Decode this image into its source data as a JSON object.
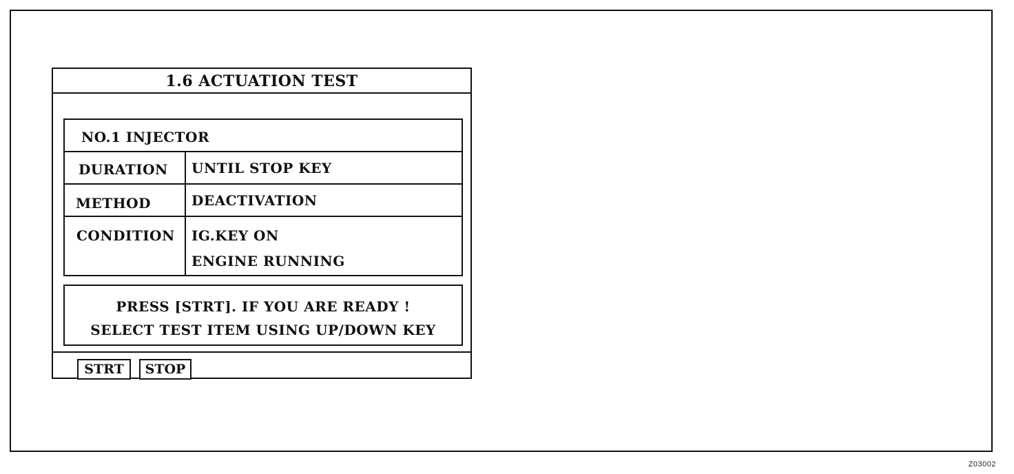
{
  "screen": {
    "title": "1.6 ACTUATION TEST",
    "item_name": "NO.1  INJECTOR",
    "rows": [
      {
        "label": "DURATION",
        "values": [
          "UNTIL  STOP  KEY"
        ]
      },
      {
        "label": "METHOD",
        "values": [
          "DEACTIVATION"
        ]
      },
      {
        "label": "CONDITION",
        "values": [
          "IG.KEY  ON",
          "ENGINE  RUNNING"
        ]
      }
    ],
    "message": {
      "line1": "PRESS  [STRT].   IF  YOU  ARE  READY  !",
      "line2": "SELECT TEST ITEM USING UP/DOWN KEY"
    },
    "function_keys": {
      "strt_label": "STRT",
      "stop_label": "STOP"
    }
  },
  "figure_code": "Z03002"
}
